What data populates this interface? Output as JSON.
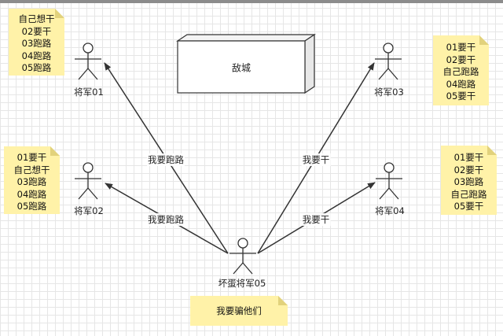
{
  "enemy_city": "敌城",
  "actors": {
    "general01": "将军01",
    "general02": "将军02",
    "general03": "将军03",
    "general04": "将军04",
    "general05": "坏蛋将军05"
  },
  "edges": {
    "to01": "我要跑路",
    "to02": "我要跑路",
    "to03": "我要干",
    "to04": "我要干"
  },
  "notes": {
    "general01": [
      "自己想干",
      "02要干",
      "03跑路",
      "04跑路",
      "05跑路"
    ],
    "general02": [
      "01要干",
      "自己想干",
      "03跑路",
      "04跑路",
      "05跑路"
    ],
    "general03": [
      "01要干",
      "02要干",
      "自己跑路",
      "04跑路",
      "05要干"
    ],
    "general04": [
      "01要干",
      "02要干",
      "03跑路",
      "自己跑路",
      "05要干"
    ],
    "general05": "我要骗他们"
  }
}
